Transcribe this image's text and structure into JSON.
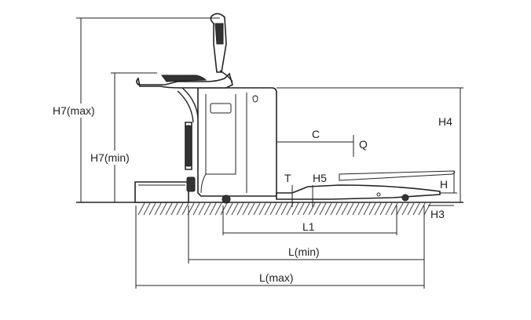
{
  "labels": {
    "h7_max": "H7(max)",
    "h7_min": "H7(min)",
    "h4": "H4",
    "c": "C",
    "q": "Q",
    "t": "T",
    "h5": "H5",
    "h": "H",
    "h3": "H3",
    "l1": "L1",
    "l_min": "L(min)",
    "l_max": "L(max)"
  },
  "colors": {
    "line": "#222222",
    "background": "#ffffff"
  }
}
